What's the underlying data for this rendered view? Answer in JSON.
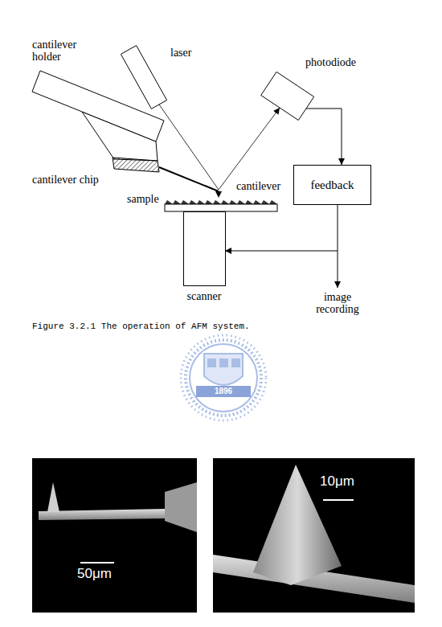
{
  "diagram": {
    "caption": "Figure 3.2.1 The operation of AFM system.",
    "nodes": [
      {
        "text": [
          "cantilever holder"
        ]
      },
      {
        "text": [
          "laser"
        ]
      },
      {
        "text": [
          "photodiode"
        ]
      },
      {
        "text": [
          "sample"
        ]
      },
      {
        "text": [
          "feedback"
        ]
      },
      {
        "text": [
          "scanner"
        ]
      }
    ],
    "edges": [
      {
        "from": 1,
        "to": 2,
        "arrow": "to"
      },
      {
        "from": 2,
        "to": 4,
        "arrow": "to"
      },
      {
        "from": 4,
        "to": 5,
        "arrow": "to"
      }
    ],
    "labels": [
      "cantilever chip",
      "cantilever",
      "image recording",
      "1896",
      "50μm",
      "10μm"
    ]
  }
}
